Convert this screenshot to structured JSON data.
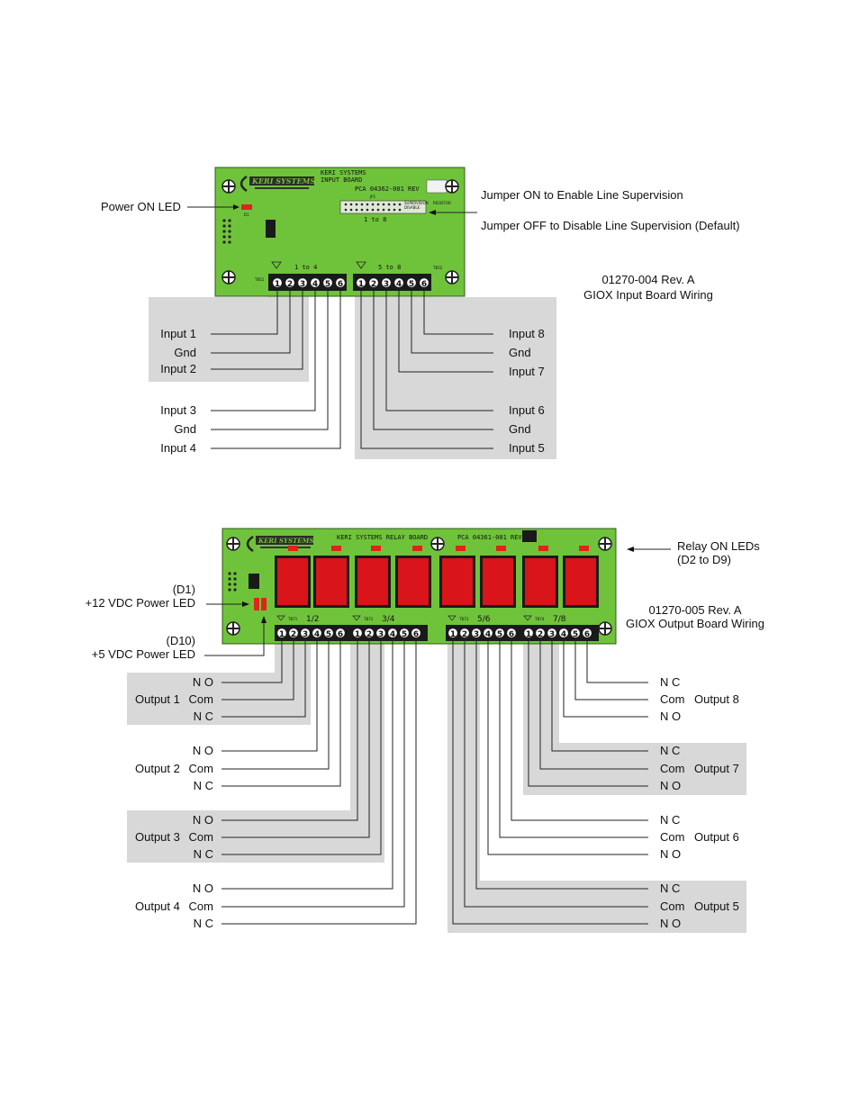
{
  "input_board": {
    "silk_title_1": "KERI SYSTEMS",
    "silk_title_2": "INPUT BOARD",
    "pca": "PCA 04362-001 REV",
    "jumper_1to8": "1 to 8",
    "jp_tag": "JP1",
    "supervision_on": "SUPERVISION",
    "supervision_disable": "DISABLE",
    "resistor_tag": "RESISTOR",
    "range_left": "1 to 4",
    "range_right": "5 to 8",
    "tb_left": "TB51",
    "tb_right": "TB52",
    "d_tag": "D1",
    "power_led": "Power ON LED",
    "jumper_on": "Jumper ON to Enable Line Supervision",
    "jumper_off": "Jumper OFF to Disable Line Supervision (Default)",
    "doc_number": "01270-004  Rev. A",
    "doc_title": "GIOX Input Board Wiring",
    "left_labels": [
      "Input 1",
      "Gnd",
      "Input 2",
      "Input 3",
      "Gnd",
      "Input 4"
    ],
    "right_labels": [
      "Input 8",
      "Gnd",
      "Input 7",
      "Input 6",
      "Gnd",
      "Input 5"
    ]
  },
  "relay_board": {
    "silk_title": "KERI SYSTEMS RELAY BOARD",
    "pca": "PCA 04361-001 REV",
    "tb_tags": [
      "TB71",
      "TB72",
      "TB73",
      "TB74"
    ],
    "groups": [
      "1/2",
      "3/4",
      "5/6",
      "7/8"
    ],
    "relay_on_leds_1": "Relay ON LEDs",
    "relay_on_leds_2": "(D2 to D9)",
    "d1_tag": "(D1)",
    "power12": "+12 VDC Power LED",
    "d10_tag": "(D10)",
    "power5": "+5 VDC Power LED",
    "doc_number": "01270-005  Rev. A",
    "doc_title": "GIOX Output Board Wiring",
    "left_outputs": [
      {
        "name": "Output 1",
        "pins": [
          "N O",
          "Com",
          "N C"
        ]
      },
      {
        "name": "Output 2",
        "pins": [
          "N O",
          "Com",
          "N C"
        ]
      },
      {
        "name": "Output 3",
        "pins": [
          "N O",
          "Com",
          "N C"
        ]
      },
      {
        "name": "Output 4",
        "pins": [
          "N O",
          "Com",
          "N C"
        ]
      }
    ],
    "right_outputs": [
      {
        "name": "Output 8",
        "pins": [
          "N C",
          "Com",
          "N O"
        ]
      },
      {
        "name": "Output 7",
        "pins": [
          "N C",
          "Com",
          "N O"
        ]
      },
      {
        "name": "Output 6",
        "pins": [
          "N C",
          "Com",
          "N O"
        ]
      },
      {
        "name": "Output 5",
        "pins": [
          "N C",
          "Com",
          "N O"
        ]
      }
    ]
  },
  "terminal_numbers": [
    "1",
    "2",
    "3",
    "4",
    "5",
    "6"
  ],
  "logo_text": "KERI SYSTEMS",
  "colors": {
    "board_green": "#6fc33a",
    "led_red": "#e0231c",
    "relay_red": "#d9141a",
    "band_gray": "#d8d8d8"
  }
}
